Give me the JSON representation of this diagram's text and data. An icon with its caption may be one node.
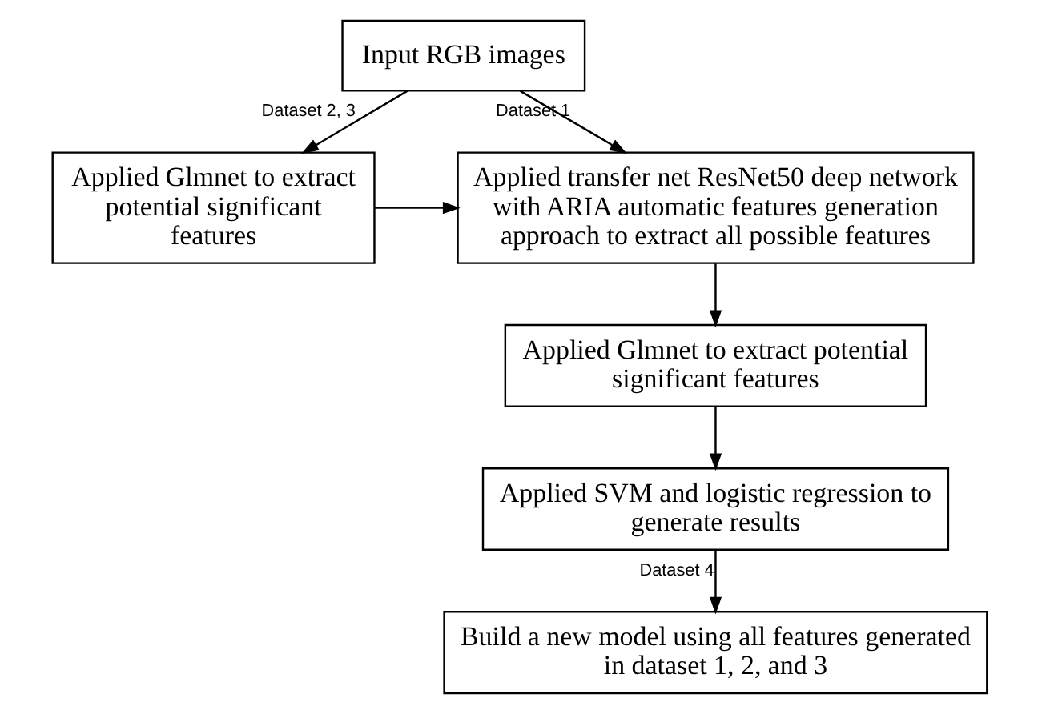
{
  "diagram": {
    "nodes": [
      {
        "text": [
          "Input RGB images"
        ]
      },
      {
        "text": [
          "Applied transfer net ResNet50 deep network with ARIA automatic features generation approach to extract all possible features"
        ]
      },
      {
        "text": [
          "Applied Glmnet to extract potential significant features"
        ]
      },
      {
        "text": [
          "Applied Glmnet to extract potential significant features"
        ]
      },
      {
        "text": [
          "Applied SVM and logistic regression to generate results"
        ]
      },
      {
        "text": [
          "Build a new model using all features generated in dataset 1, 2, and 3"
        ]
      }
    ],
    "edges": [
      {
        "from": 0,
        "to": 1,
        "arrow": "to",
        "label": "Dataset 1"
      },
      {
        "from": 0,
        "to": 2,
        "arrow": "to",
        "label": "Dataset 2, 3"
      },
      {
        "from": 2,
        "to": 1,
        "arrow": "to"
      },
      {
        "from": 1,
        "to": 3,
        "arrow": "to"
      },
      {
        "from": 3,
        "to": 4,
        "arrow": "to"
      },
      {
        "from": 4,
        "to": 5,
        "arrow": "to",
        "label": "Dataset 4"
      }
    ]
  }
}
